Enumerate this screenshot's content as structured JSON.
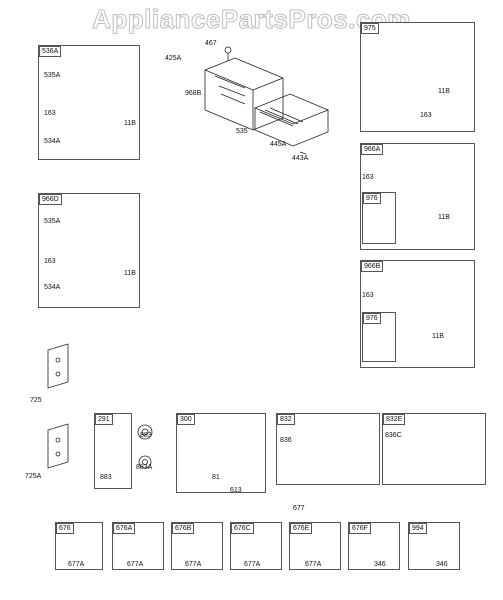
{
  "watermark": "AppliancePartsPros.com",
  "panels": {
    "p536A": "536A",
    "p966D": "966D",
    "p975": "975",
    "p966A": "966A",
    "p966B": "966B",
    "p976a": "976",
    "p976b": "976",
    "p291": "291",
    "p300": "300",
    "p832": "832",
    "p832E": "832E",
    "p676": "676",
    "p676A": "676A",
    "p676B": "676B",
    "p676C": "676C",
    "p676E": "676E",
    "p676F": "676F",
    "p994": "994"
  },
  "labels": {
    "l535A_1": "535A",
    "l163_1": "163",
    "l534A_1": "534A",
    "l11B_1": "11B",
    "l467": "467",
    "l425A": "425A",
    "l968B": "968B",
    "l535": "535",
    "l445A": "445A",
    "l443A": "443A",
    "l11B_975": "11B",
    "l163_975": "163",
    "l163_966A": "163",
    "l11B_966A": "11B",
    "l535A_2": "535A",
    "l163_2": "163",
    "l534A_2": "534A",
    "l11B_2": "11B",
    "l163_966B": "163",
    "l11B_966B": "11B",
    "l725": "725",
    "l725A": "725A",
    "l883_1": "883",
    "l883A": "883A",
    "l883_2": "883",
    "l81": "81",
    "l613": "613",
    "l836": "836",
    "l836C": "836C",
    "l677": "677",
    "l677A_1": "677A",
    "l677A_2": "677A",
    "l677A_3": "677A",
    "l677A_4": "677A",
    "l677A_5": "677A",
    "l346_1": "346",
    "l346_2": "346"
  }
}
